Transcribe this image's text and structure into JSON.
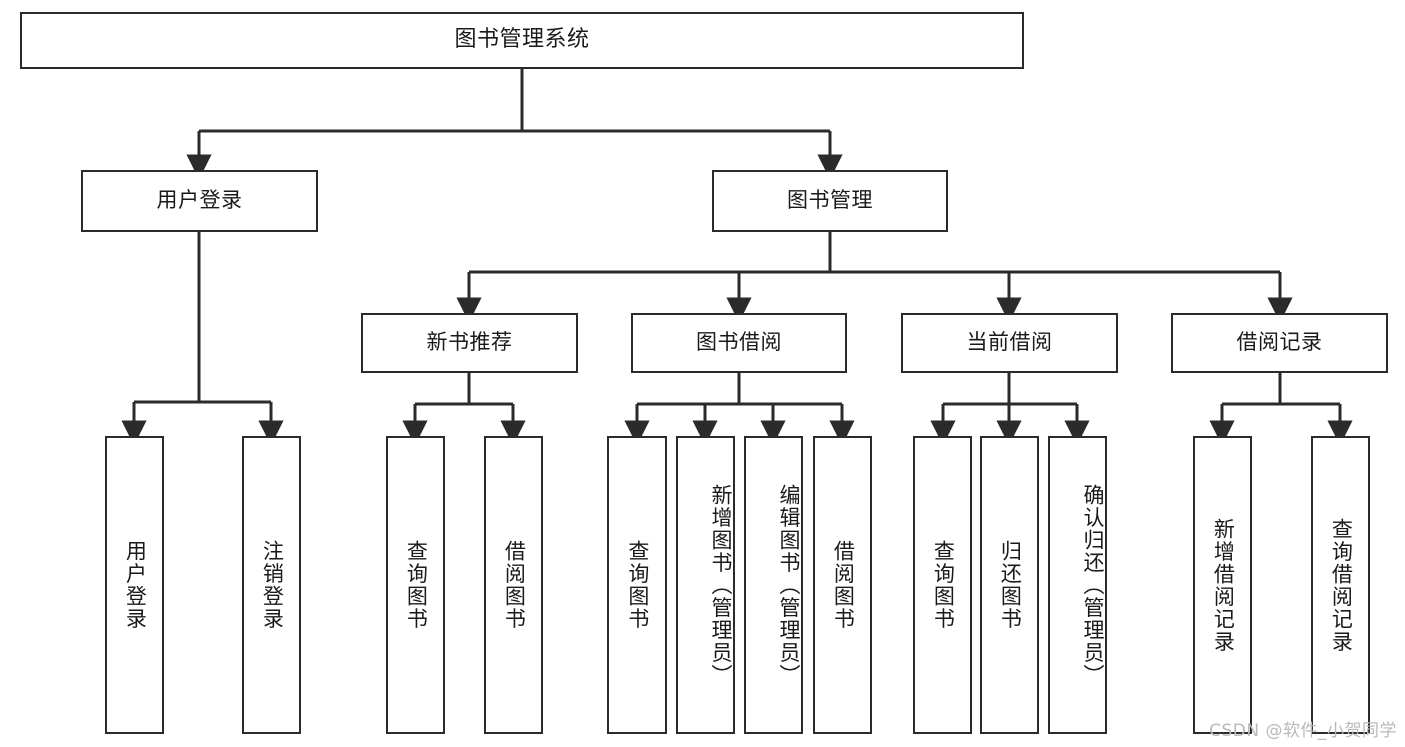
{
  "diagram": {
    "type": "tree-hierarchy-chart",
    "title": "图书管理系统",
    "line_color": "#2b2b2b",
    "box_fill": "#ffffff",
    "text_color": "#1a1a1a",
    "root": {
      "label": "图书管理系统"
    },
    "level2": [
      {
        "label": "用户登录"
      },
      {
        "label": "图书管理"
      }
    ],
    "level3": [
      {
        "label": "新书推荐"
      },
      {
        "label": "图书借阅"
      },
      {
        "label": "当前借阅"
      },
      {
        "label": "借阅记录"
      }
    ],
    "leaves": {
      "user_login": [
        {
          "label": "用户登录"
        },
        {
          "label": "注销登录"
        }
      ],
      "new_book_recommend": [
        {
          "label": "查询图书"
        },
        {
          "label": "借阅图书"
        }
      ],
      "book_borrow": [
        {
          "label": "查询图书"
        },
        {
          "label": "新增图书（管理员）"
        },
        {
          "label": "编辑图书（管理员）"
        },
        {
          "label": "借阅图书"
        }
      ],
      "current_borrow": [
        {
          "label": "查询图书"
        },
        {
          "label": "归还图书"
        },
        {
          "label": "确认归还（管理员）"
        }
      ],
      "borrow_records": [
        {
          "label": "新增借阅记录"
        },
        {
          "label": "查询借阅记录"
        }
      ]
    },
    "watermark": "CSDN @软件_小贺同学"
  }
}
